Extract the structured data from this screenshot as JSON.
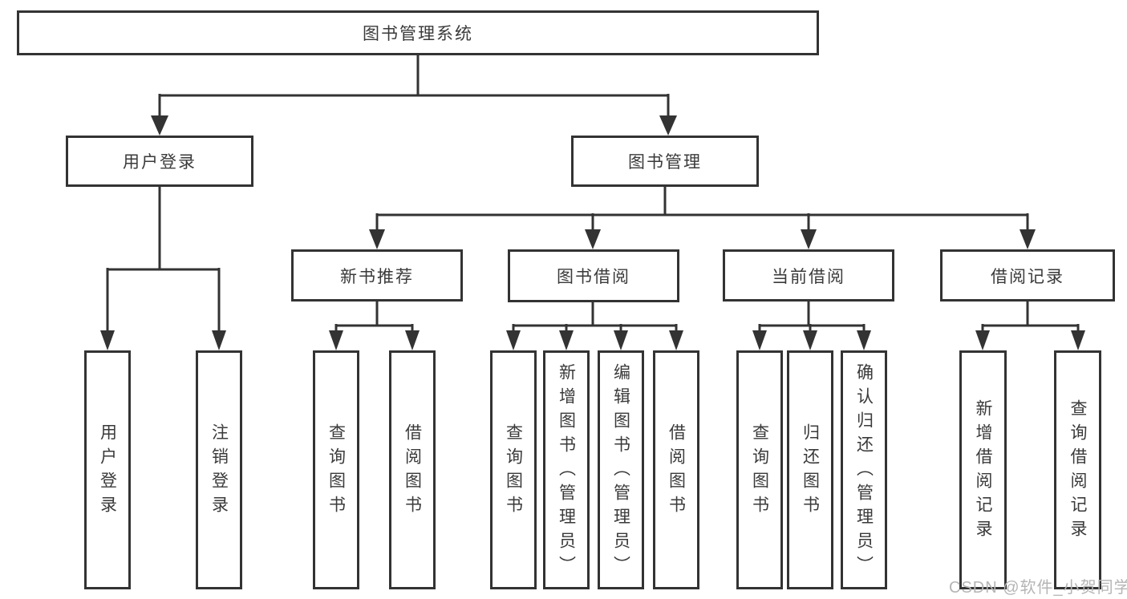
{
  "diagram": {
    "root": {
      "label": "图书管理系统"
    },
    "branches": [
      {
        "label": "用户登录",
        "leaves": [
          {
            "label": "用户登录"
          },
          {
            "label": "注销登录"
          }
        ]
      },
      {
        "label": "图书管理",
        "groups": [
          {
            "label": "新书推荐",
            "leaves": [
              {
                "label": "查询图书"
              },
              {
                "label": "借阅图书"
              }
            ]
          },
          {
            "label": "图书借阅",
            "leaves": [
              {
                "label": "查询图书"
              },
              {
                "label": "新增图书（管理员）"
              },
              {
                "label": "编辑图书（管理员）"
              },
              {
                "label": "借阅图书"
              }
            ]
          },
          {
            "label": "当前借阅",
            "leaves": [
              {
                "label": "查询图书"
              },
              {
                "label": "归还图书"
              },
              {
                "label": "确认归还（管理员）"
              }
            ]
          },
          {
            "label": "借阅记录",
            "leaves": [
              {
                "label": "新增借阅记录"
              },
              {
                "label": "查询借阅记录"
              }
            ]
          }
        ]
      }
    ]
  },
  "watermark": {
    "text": "CSDN @软件_小贺同学"
  },
  "colors": {
    "line": "#333333",
    "text": "#3a3a3a",
    "watermark": "#b5b5b5",
    "background": "#ffffff"
  }
}
